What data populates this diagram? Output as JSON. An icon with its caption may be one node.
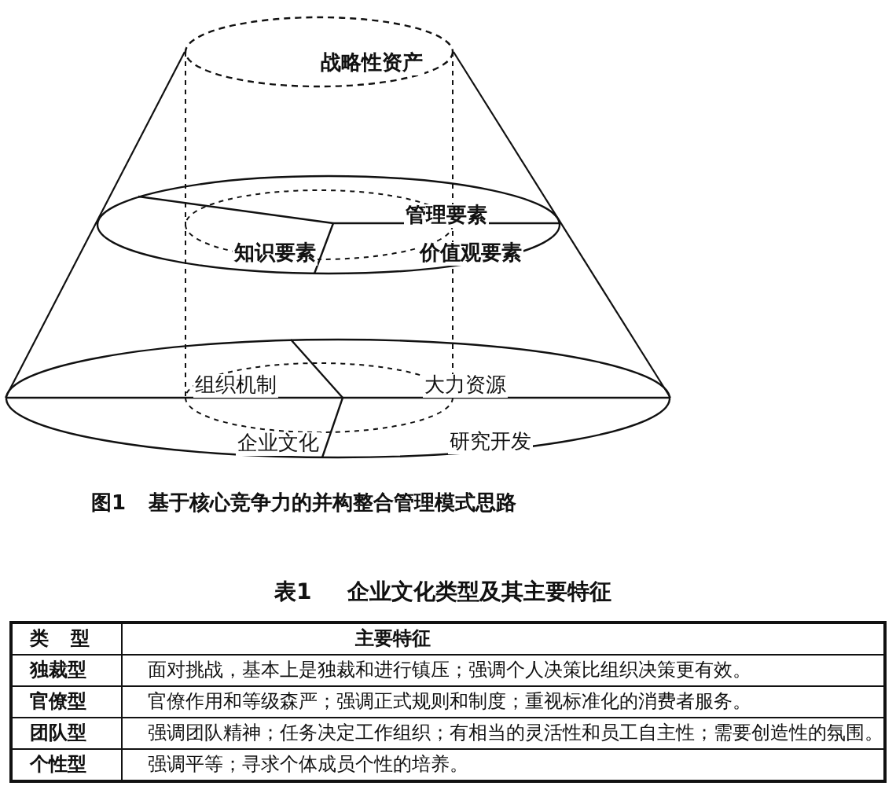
{
  "diagram": {
    "caption": "图1 基于核心竞争力的并构整合管理模式思路",
    "nodes": [
      {
        "text": [
          "战略性资产"
        ]
      },
      {
        "text": [
          "管理要素",
          "知识要素",
          "价值观要素"
        ]
      },
      {
        "text": [
          "组织机制",
          "大力资源",
          "企业文化",
          "研究开发"
        ]
      }
    ],
    "labels": [
      "表1 企业文化类型及其主要特征",
      "类 型",
      "主要特征",
      "独裁型",
      "面对挑战，基本上是独裁和进行镇压；强调个人决策比组织决策更有效。",
      "官僚型",
      "官僚作用和等级森严；强调正式规则和制度；重视标准化的消费者服务。",
      "团队型",
      "强调团队精神；任务决定工作组织；有相当的灵活性和员工自主性；需要创造性的氛围。",
      "个性型",
      "强调平等；寻求个体成员个性的培养。"
    ]
  }
}
